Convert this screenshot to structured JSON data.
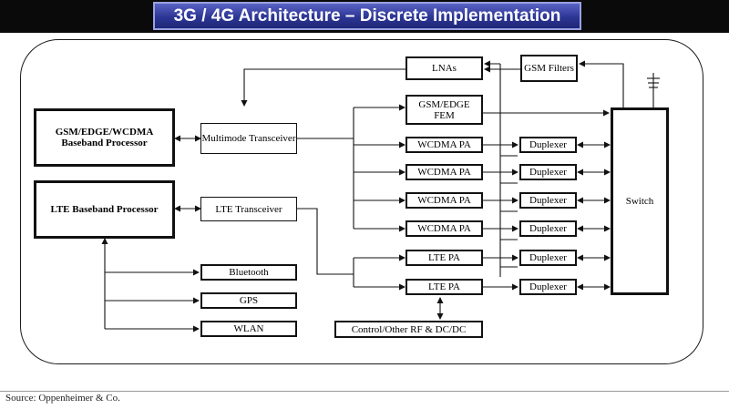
{
  "title": "3G / 4G Architecture – Discrete Implementation 2012",
  "blocks": {
    "gsm_baseband": "GSM/EDGE/WCDMA Baseband Processor",
    "lte_baseband": "LTE Baseband Processor",
    "multimode_transceiver": "Multimode Transceiver",
    "lte_transceiver": "LTE Transceiver",
    "lnas": "LNAs",
    "gsm_filters": "GSM Filters",
    "gsm_edge_fem": "GSM/EDGE FEM",
    "wcdma_pa": "WCDMA PA",
    "lte_pa": "LTE PA",
    "duplexer": "Duplexer",
    "switch": "Switch",
    "bluetooth": "Bluetooth",
    "gps": "GPS",
    "wlan": "WLAN",
    "control": "Control/Other RF & DC/DC"
  },
  "source": "Source: Oppenheimer & Co."
}
